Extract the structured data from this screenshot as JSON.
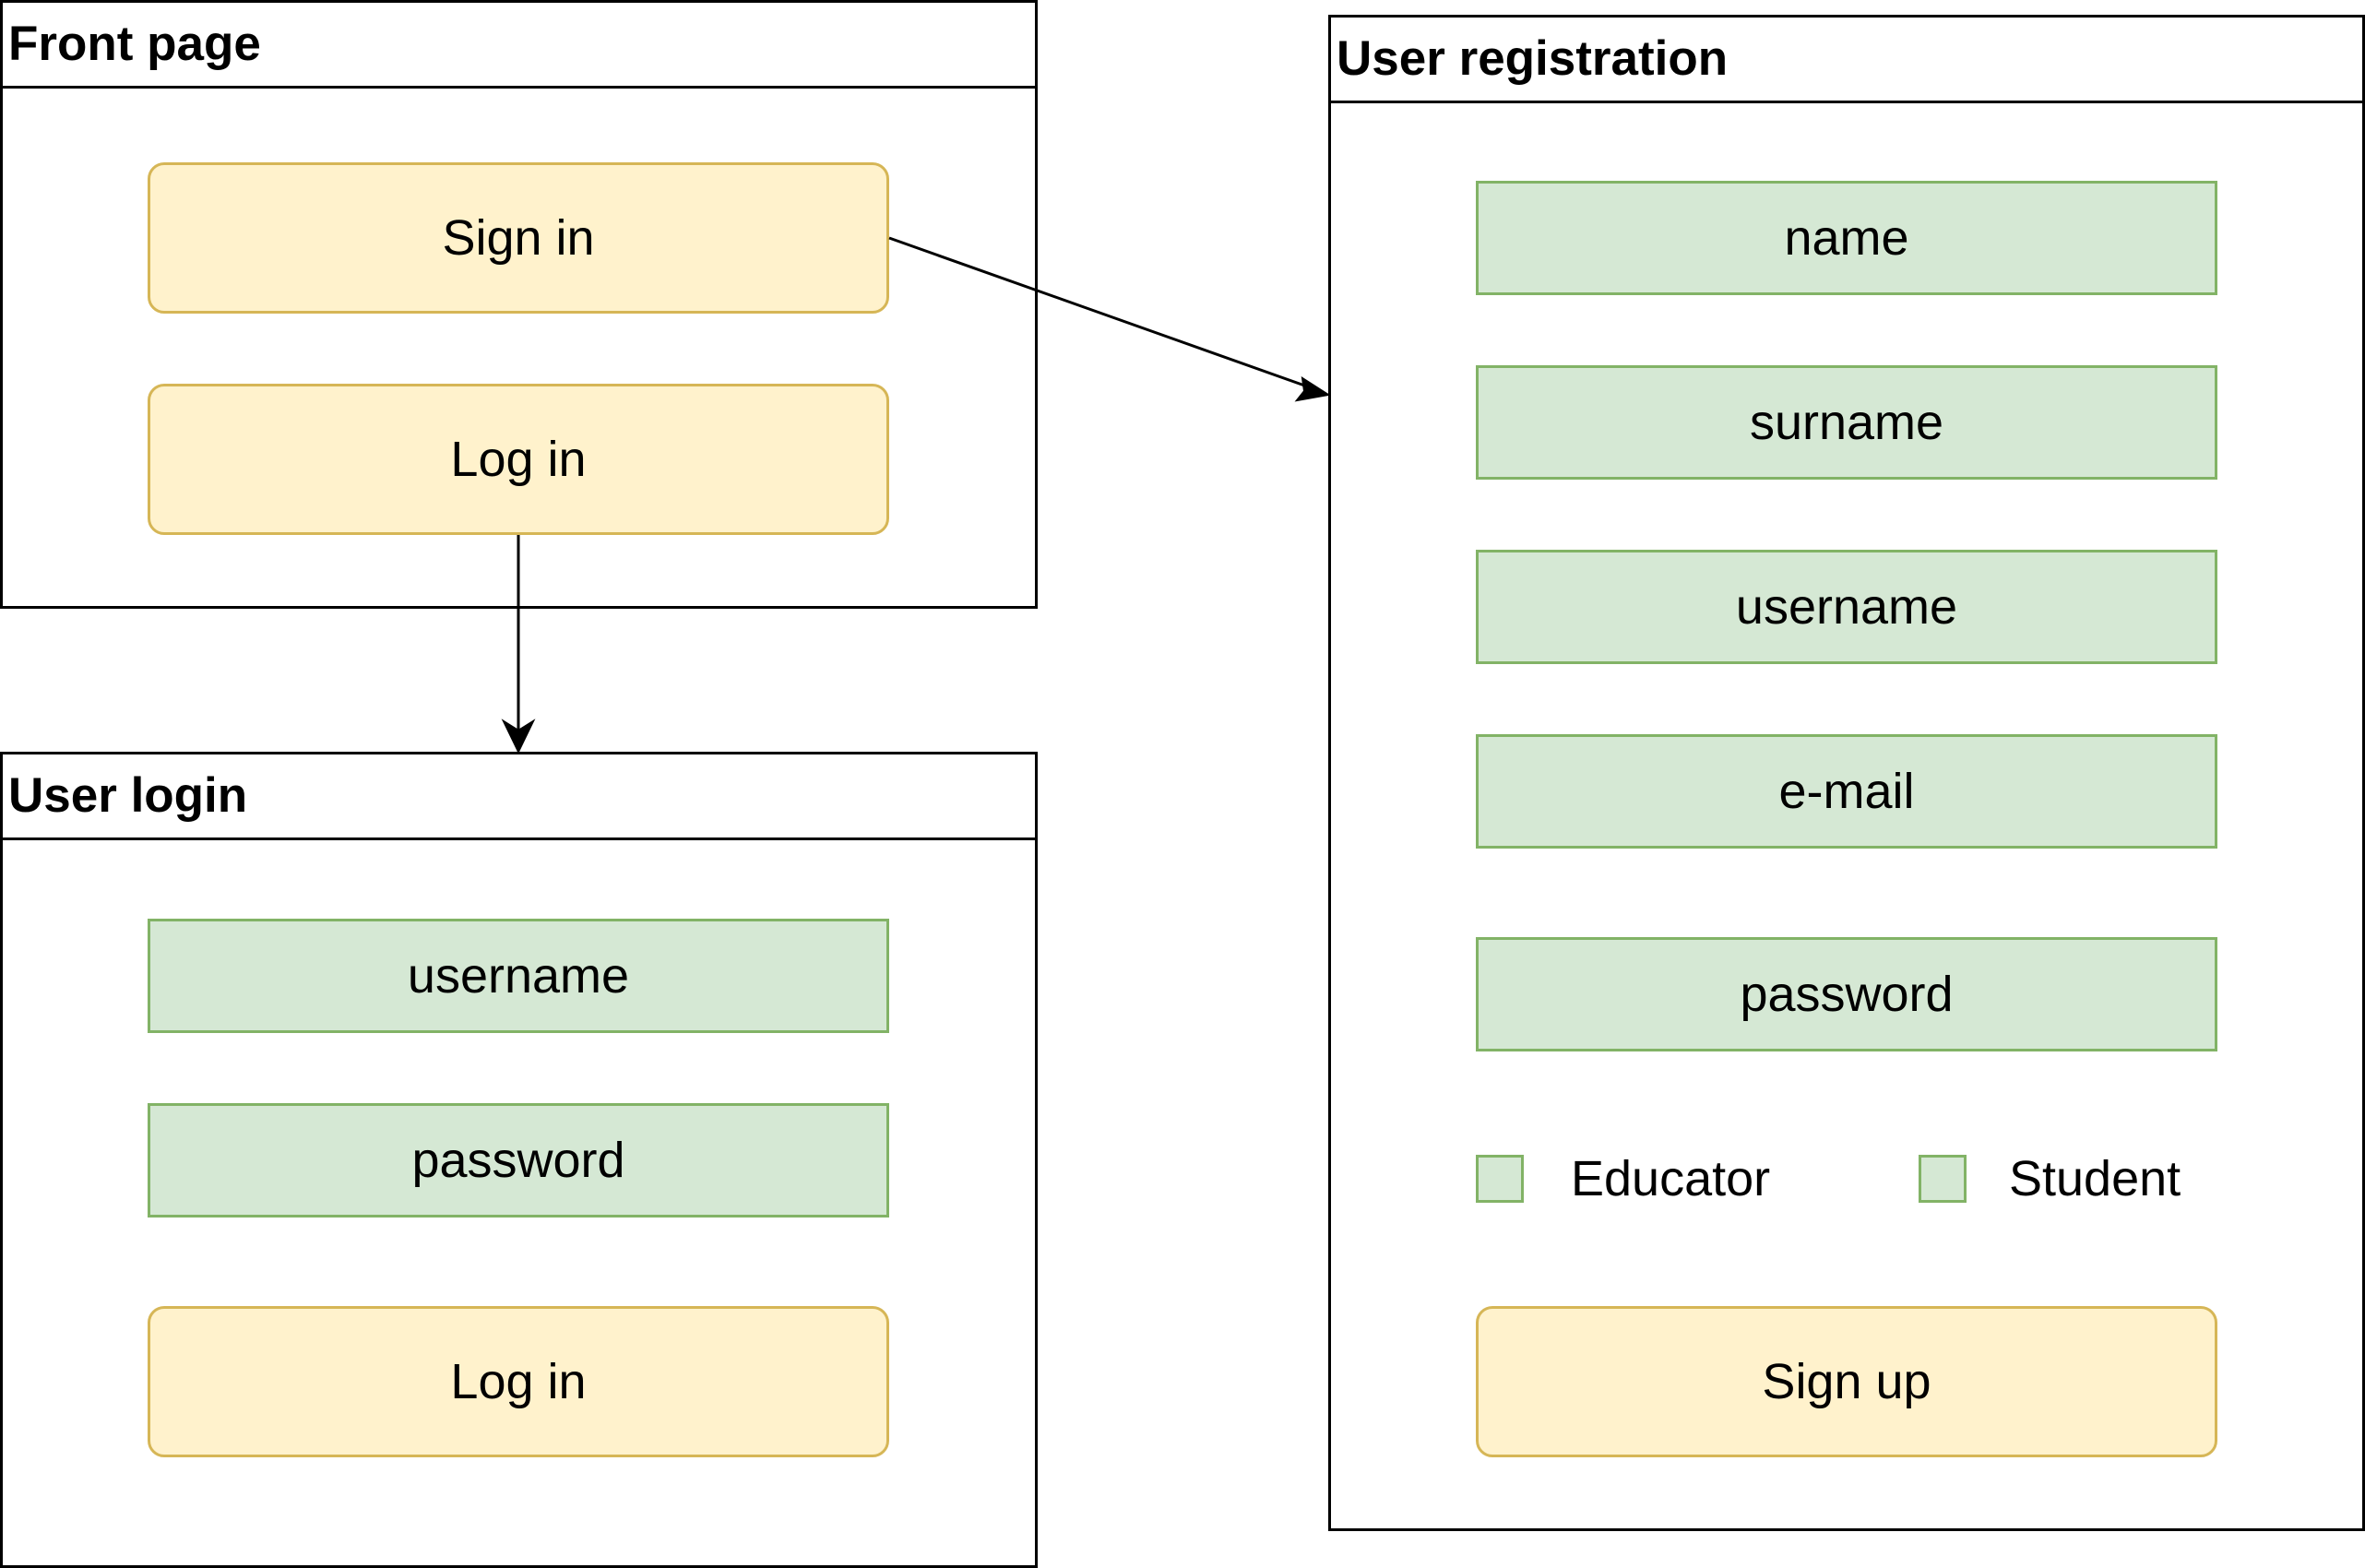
{
  "front_page": {
    "title": "Front page",
    "sign_in_label": "Sign in",
    "log_in_label": "Log in"
  },
  "user_login": {
    "title": "User login",
    "username_label": "username",
    "password_label": "password",
    "log_in_label": "Log in"
  },
  "user_registration": {
    "title": "User registration",
    "fields": [
      "name",
      "surname",
      "username",
      "e-mail",
      "password"
    ],
    "roles": [
      "Educator",
      "Student"
    ],
    "sign_up_label": "Sign up"
  },
  "colors": {
    "button_fill": "#fff2cc",
    "button_border": "#d6b656",
    "field_fill": "#d5e8d4",
    "field_border": "#82b366"
  }
}
